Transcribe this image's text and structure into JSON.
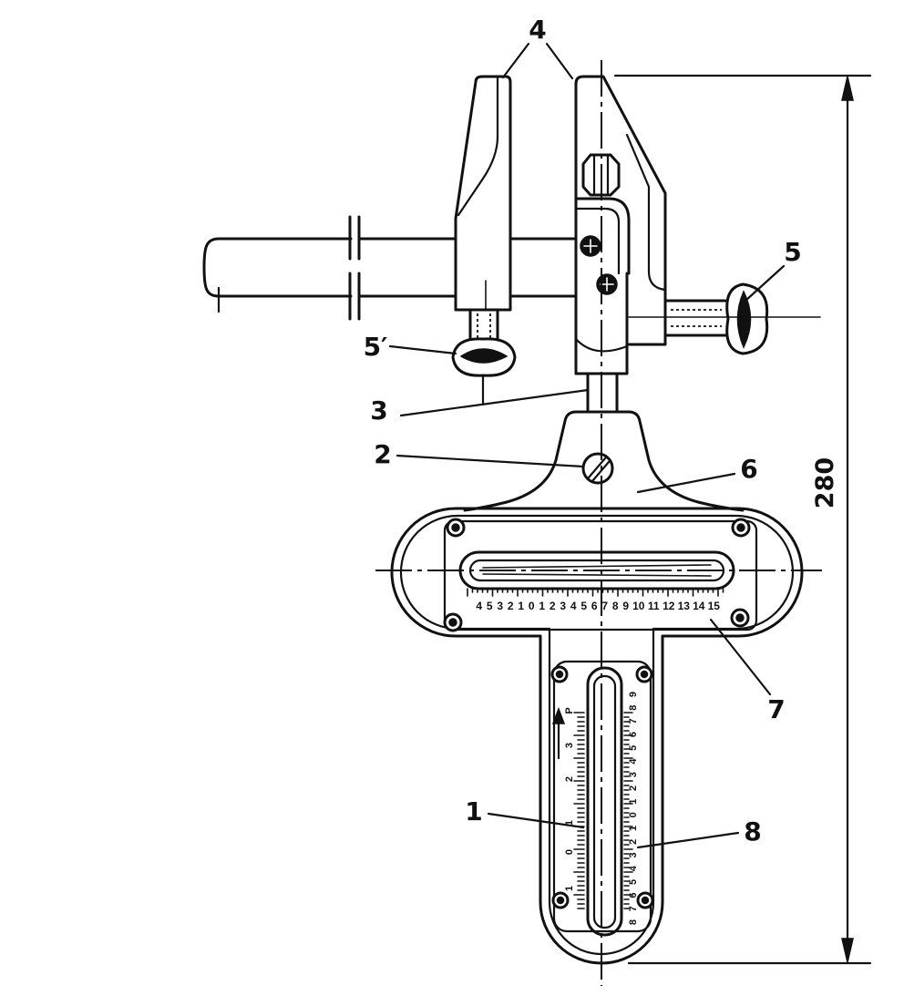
{
  "labels": {
    "part_4": "4",
    "part_5": "5",
    "part_5_prime": "5′",
    "part_3": "3",
    "part_2": "2",
    "part_6": "6",
    "part_7": "7",
    "part_1": "1",
    "part_8": "8"
  },
  "dimension": {
    "overall_height": "280"
  },
  "scales": {
    "horizontal": [
      "4",
      "5",
      "3",
      "2",
      "1",
      "0",
      "1",
      "2",
      "3",
      "4",
      "5",
      "6",
      "7",
      "8",
      "9",
      "10",
      "11",
      "12",
      "13",
      "14",
      "15"
    ],
    "vertical_right": [
      "8",
      "7",
      "6",
      "5",
      "4",
      "3",
      "2",
      "1",
      "0",
      "1",
      "2",
      "3",
      "4",
      "5",
      "6",
      "7",
      "8",
      "9"
    ],
    "vertical_left": [
      "1",
      "0",
      "1",
      "2",
      "3"
    ],
    "vertical_left_marker": "P"
  }
}
